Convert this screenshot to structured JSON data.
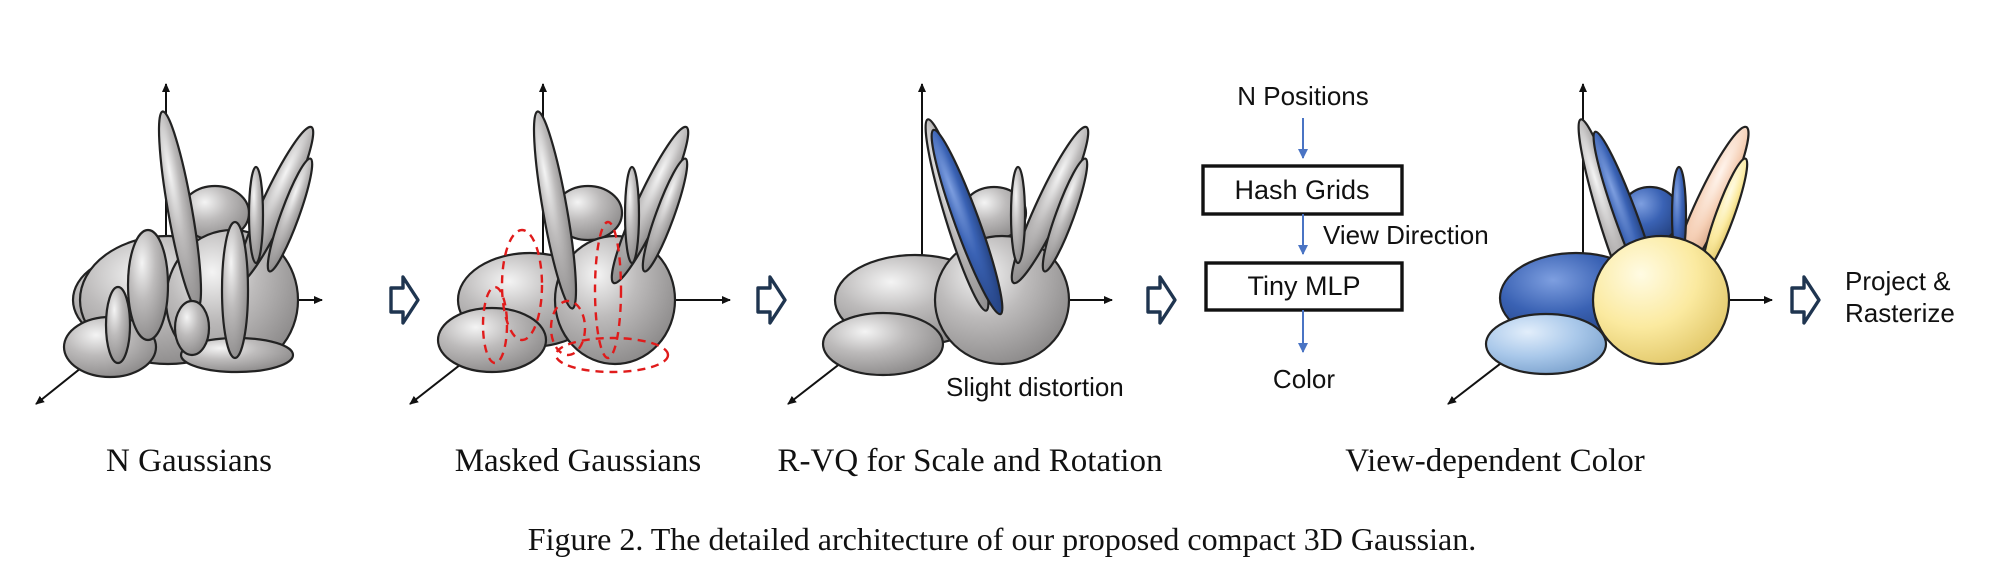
{
  "panels": {
    "n_gaussians": {
      "caption": "N Gaussians"
    },
    "masked": {
      "caption": "Masked Gaussians"
    },
    "rvq": {
      "caption": "R-VQ for Scale and Rotation",
      "note": "Slight distortion"
    },
    "color": {
      "caption": "View-dependent Color",
      "input_label": "N Positions",
      "hash_label": "Hash Grids",
      "dir_label": "View Direction",
      "mlp_label": "Tiny MLP",
      "output_label": "Color"
    },
    "final": {
      "line1": "Project &",
      "line2": "Rasterize"
    }
  },
  "figure_caption": "Figure 2. The detailed architecture of our proposed compact 3D Gaussian.",
  "colors": {
    "gray": "#b5b3b3",
    "dark_blue": "#3a62b4",
    "light_blue": "#a9c8ea",
    "cream": "#fbeaa0",
    "peach": "#f5cfb5",
    "mask": "#e01b1b",
    "flow_arrow": "#4a74c4",
    "pipeline_arrow": "#1f3550"
  }
}
